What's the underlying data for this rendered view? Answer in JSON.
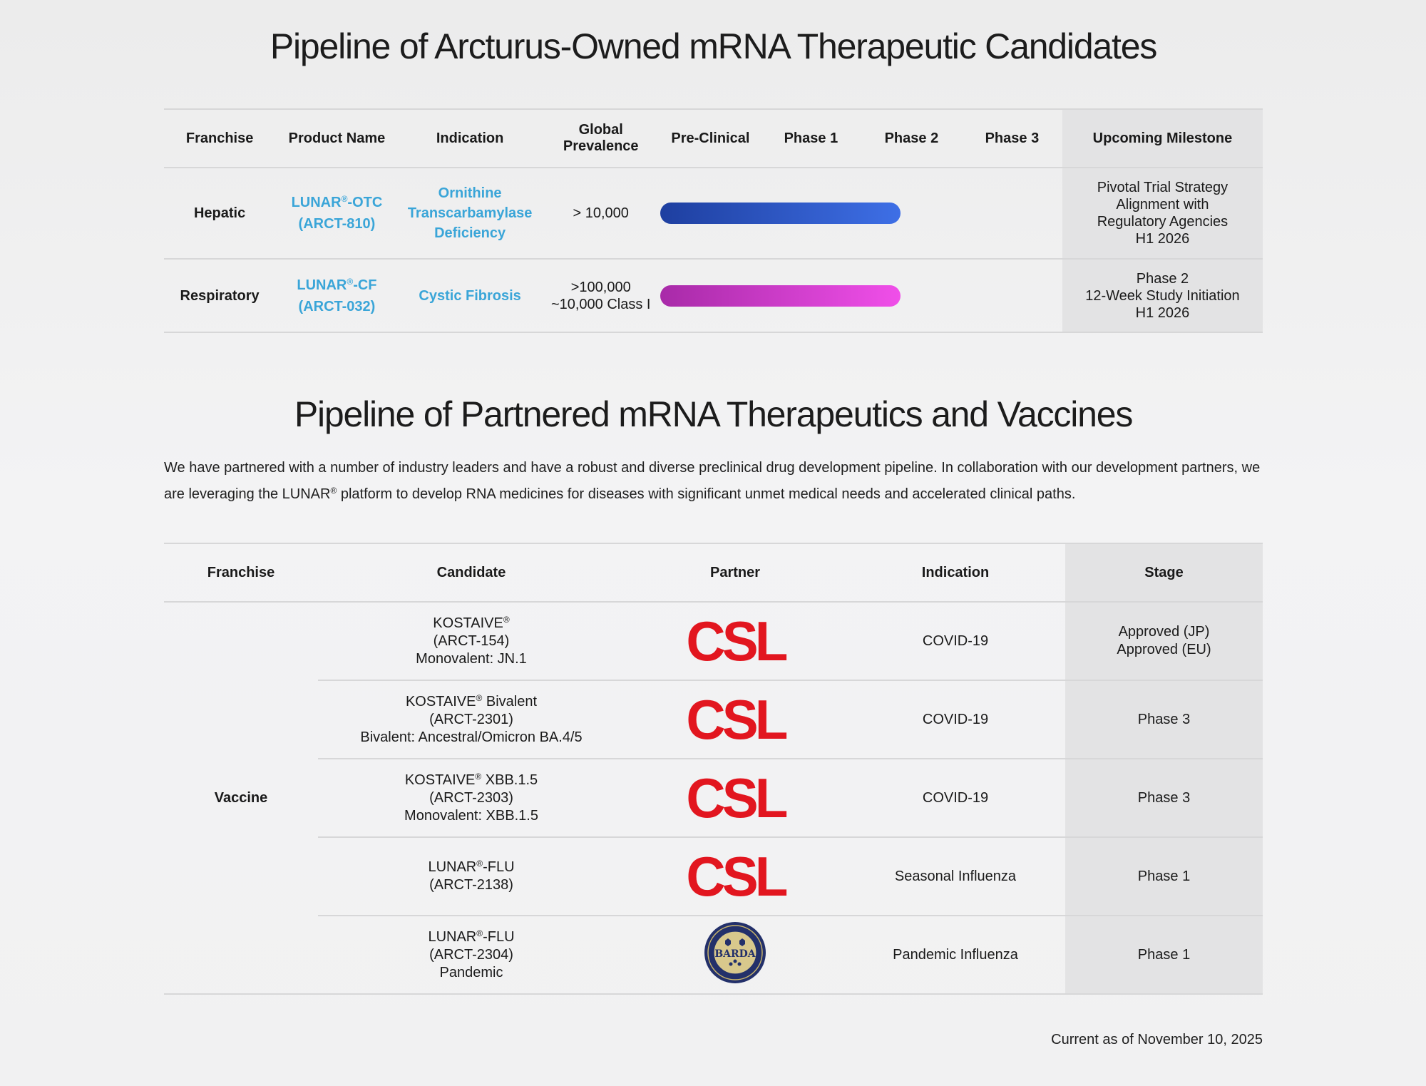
{
  "owned_section": {
    "title": "Pipeline of Arcturus-Owned mRNA Therapeutic Candidates",
    "headers": {
      "franchise": "Franchise",
      "product_name": "Product Name",
      "indication": "Indication",
      "prevalence_line1": "Global",
      "prevalence_line2": "Prevalence",
      "preclinical": "Pre-Clinical",
      "phase1": "Phase 1",
      "phase2": "Phase 2",
      "phase3": "Phase 3",
      "milestone": "Upcoming Milestone"
    },
    "rows": [
      {
        "franchise": "Hepatic",
        "product_line1_prefix": "LUNAR",
        "product_line1_sup": "®",
        "product_line1_suffix": "-OTC",
        "product_line2": "(ARCT-810)",
        "indication_lines": [
          "Ornithine",
          "Transcarbamylase",
          "Deficiency"
        ],
        "prevalence_lines": [
          "> 10,000"
        ],
        "progress_stage": "Phase 2",
        "progress_color": "#3e6fe6",
        "milestone_lines": [
          "Pivotal Trial Strategy",
          "Alignment with",
          "Regulatory Agencies",
          "H1 2026"
        ]
      },
      {
        "franchise": "Respiratory",
        "product_line1_prefix": "LUNAR",
        "product_line1_sup": "®",
        "product_line1_suffix": "-CF",
        "product_line2": "(ARCT-032)",
        "indication_lines": [
          "Cystic Fibrosis"
        ],
        "prevalence_lines": [
          ">100,000",
          "~10,000 Class I"
        ],
        "progress_stage": "Phase 2",
        "progress_color": "#f04fe9",
        "milestone_lines": [
          "Phase 2",
          "12-Week Study Initiation",
          "H1 2026"
        ]
      }
    ]
  },
  "partnered_section": {
    "title": "Pipeline of Partnered mRNA Therapeutics and Vaccines",
    "intro_part1": "We have partnered with a number of industry leaders and have a robust and diverse preclinical drug development pipeline. In collaboration with our development partners, we are leveraging the LUNAR",
    "intro_sup": "®",
    "intro_part2": " platform to develop RNA medicines for diseases with significant unmet medical needs and accelerated clinical paths.",
    "headers": {
      "franchise": "Franchise",
      "candidate": "Candidate",
      "partner": "Partner",
      "indication": "Indication",
      "stage": "Stage"
    },
    "franchise": "Vaccine",
    "rows": [
      {
        "cand_name": "KOSTAIVE",
        "cand_sup": "®",
        "cand_name_suffix": "",
        "cand_line2": "(ARCT-154)",
        "cand_line3": "Monovalent: JN.1",
        "partner": "CSL",
        "partner_logo": "csl-logo",
        "indication": "COVID-19",
        "stage_lines": [
          "Approved (JP)",
          "Approved (EU)"
        ]
      },
      {
        "cand_name": "KOSTAIVE",
        "cand_sup": "®",
        "cand_name_suffix": " Bivalent",
        "cand_line2": "(ARCT-2301)",
        "cand_line3": "Bivalent: Ancestral/Omicron BA.4/5",
        "partner": "CSL",
        "partner_logo": "csl-logo",
        "indication": "COVID-19",
        "stage_lines": [
          "Phase 3"
        ]
      },
      {
        "cand_name": "KOSTAIVE",
        "cand_sup": "®",
        "cand_name_suffix": " XBB.1.5",
        "cand_line2": "(ARCT-2303)",
        "cand_line3": "Monovalent: XBB.1.5",
        "partner": "CSL",
        "partner_logo": "csl-logo",
        "indication": "COVID-19",
        "stage_lines": [
          "Phase 3"
        ]
      },
      {
        "cand_name": "LUNAR",
        "cand_sup": "®",
        "cand_name_suffix": "-FLU",
        "cand_line2": "(ARCT-2138)",
        "cand_line3": "",
        "partner": "CSL",
        "partner_logo": "csl-logo",
        "indication": "Seasonal Influenza",
        "stage_lines": [
          "Phase 1"
        ]
      },
      {
        "cand_name": "LUNAR",
        "cand_sup": "®",
        "cand_name_suffix": "-FLU",
        "cand_line2": "(ARCT-2304)",
        "cand_line3": "Pandemic",
        "partner": "BARDA",
        "partner_logo": "barda-seal",
        "indication": "Pandemic Influenza",
        "stage_lines": [
          "Phase 1"
        ]
      }
    ]
  },
  "footer": {
    "note": "Current as of November 10, 2025"
  },
  "colors": {
    "link_blue": "#3aa5d8",
    "csl_red": "#e2161f",
    "milestone_bg": "#e3e3e4"
  }
}
